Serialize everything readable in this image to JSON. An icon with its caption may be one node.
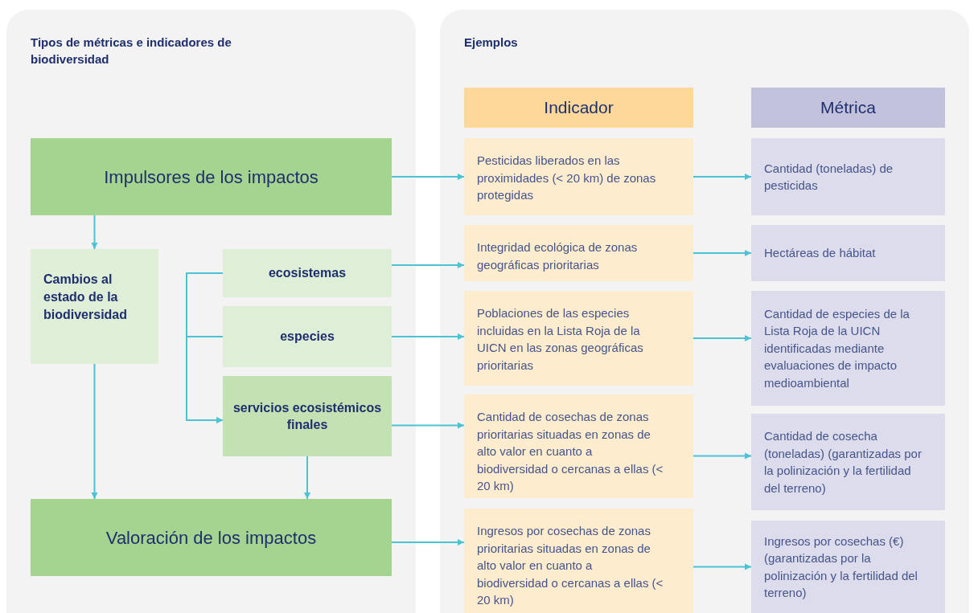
{
  "diagram": {
    "nodes": [
      {
        "text": [
          "Tipos de métricas e indicadores de biodiversidad"
        ]
      },
      {
        "text": [
          "Ejemplos"
        ]
      },
      {
        "text": [
          "Impulsores de los impactos"
        ],
        "in": 0
      },
      {
        "text": [
          "Cambios al estado de la biodiversidad"
        ],
        "in": 0
      },
      {
        "text": [
          "ecosistemas"
        ],
        "in": 0
      },
      {
        "text": [
          "especies"
        ],
        "in": 0
      },
      {
        "text": [
          "servicios ecosistémicos finales"
        ],
        "in": 0
      },
      {
        "text": [
          "Valoración de los impactos"
        ],
        "in": 0
      },
      {
        "text": [
          "Indicador"
        ],
        "in": 1
      },
      {
        "text": [
          "Métrica"
        ],
        "in": 1
      },
      {
        "text": [
          "Pesticidas liberados en las proximidades (< 20 km) de zonas protegidas"
        ],
        "in": 1
      },
      {
        "text": [
          "Cantidad (toneladas) de pesticidas"
        ],
        "in": 1
      },
      {
        "text": [
          "Integridad ecológica de zonas geográficas prioritarias"
        ],
        "in": 1
      },
      {
        "text": [
          "Hectáreas de hábitat"
        ],
        "in": 1
      },
      {
        "text": [
          "Poblaciones de las especies incluidas en la Lista Roja de la UICN en las zonas geográficas prioritarias"
        ],
        "in": 1
      },
      {
        "text": [
          "Cantidad de especies de la Lista Roja de la UICN identificadas mediante evaluaciones de impacto medioambiental"
        ],
        "in": 1
      },
      {
        "text": [
          "Cantidad de cosechas de zonas prioritarias situadas en zonas de alto valor en cuanto a biodiversidad o cercanas a ellas (< 20 km)"
        ],
        "in": 1
      },
      {
        "text": [
          "Cantidad de cosecha (toneladas) (garantizadas por la polinización y la fertilidad del terreno)"
        ],
        "in": 1
      },
      {
        "text": [
          "Ingresos por cosechas de zonas prioritarias situadas en zonas de alto valor en cuanto a biodiversidad o cercanas a ellas (< 20 km)"
        ],
        "in": 1
      },
      {
        "text": [
          "Ingresos por cosechas (€) (garantizadas por la polinización y la fertilidad del terreno)"
        ],
        "in": 1
      }
    ],
    "edges": [
      {
        "from": 2,
        "to": 3,
        "arrow": "to"
      },
      {
        "from": 3,
        "to": 7,
        "arrow": "to"
      },
      {
        "from": 6,
        "to": 7,
        "arrow": "to"
      },
      {
        "from": 4,
        "to": 6,
        "arrow": "to"
      },
      {
        "from": 5,
        "to": 6,
        "arrow": "to"
      },
      {
        "from": 2,
        "to": 10,
        "arrow": "to"
      },
      {
        "from": 4,
        "to": 12,
        "arrow": "to"
      },
      {
        "from": 5,
        "to": 14,
        "arrow": "to"
      },
      {
        "from": 6,
        "to": 16,
        "arrow": "to"
      },
      {
        "from": 7,
        "to": 18,
        "arrow": "to"
      },
      {
        "from": 10,
        "to": 11,
        "arrow": "to"
      },
      {
        "from": 12,
        "to": 13,
        "arrow": "to"
      },
      {
        "from": 14,
        "to": 15,
        "arrow": "to"
      },
      {
        "from": 16,
        "to": 17,
        "arrow": "to"
      },
      {
        "from": 18,
        "to": 19,
        "arrow": "to"
      }
    ]
  }
}
